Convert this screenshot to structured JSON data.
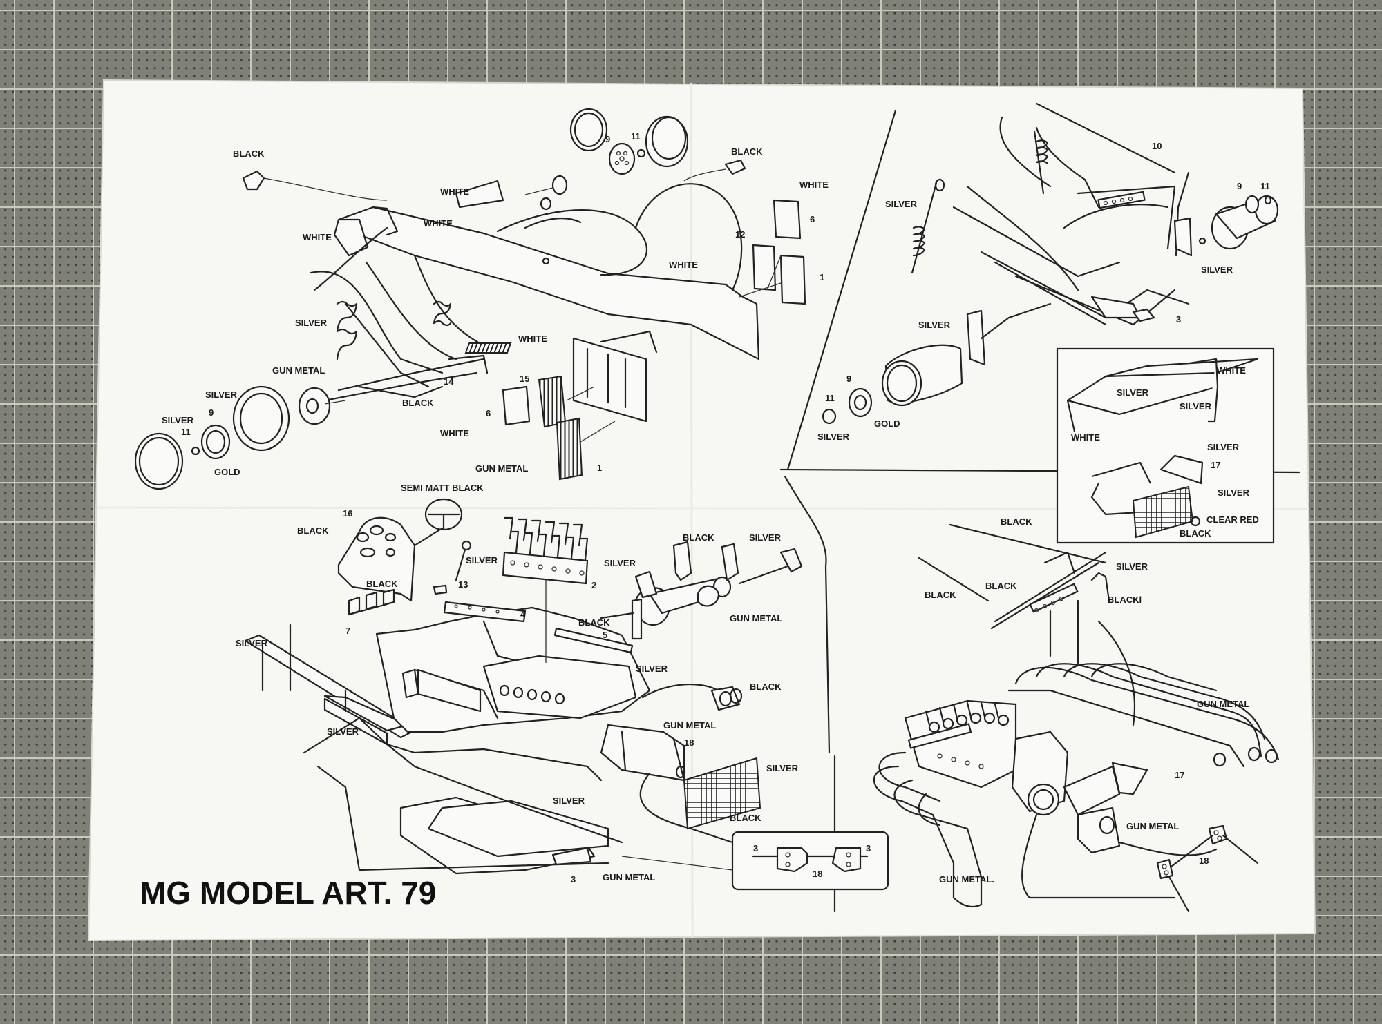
{
  "title": "MG MODEL ART. 79",
  "colors": {
    "paper": "#f7f7f4",
    "ink": "#1a1a1a",
    "mat": "#7f8077"
  },
  "labels": {
    "top_left": {
      "black_mirror_left": "BLACK",
      "black_mirror_right": "BLACK",
      "white_nose": "WHITE",
      "white_cockpit": "WHITE",
      "white_side": "WHITE",
      "white_body": "WHITE",
      "white_panel": "WHITE",
      "white_radiator": "WHITE",
      "white_plate": "WHITE",
      "silver_spring": "SILVER",
      "gun_metal_arm": "GUN METAL",
      "silver_tyre": "SILVER",
      "silver_rim": "SILVER",
      "gold_hub": "GOLD",
      "black_susp": "BLACK",
      "gun_metal_grille": "GUN METAL",
      "num_9_top": "9",
      "num_11_top": "11",
      "num_6_top": "6",
      "num_12": "12",
      "num_1_top": "1",
      "num_14": "14",
      "num_15": "15",
      "num_6_low": "6",
      "num_1_low": "1",
      "num_9_left": "9",
      "num_11_left": "11"
    },
    "top_right": {
      "num_10": "10",
      "num_9": "9",
      "num_11": "11",
      "silver_shock": "SILVER",
      "silver_hub": "SILVER",
      "num_3": "3",
      "silver_tyre": "SILVER",
      "num_9_b": "9",
      "num_11_b": "11",
      "silver_rim": "SILVER",
      "gold_hub": "GOLD"
    },
    "inset_wing": {
      "white_top": "WHITE",
      "silver_1": "SILVER",
      "silver_2": "SILVER",
      "white_side": "WHITE",
      "silver_3": "SILVER",
      "num_17": "17",
      "silver_4": "SILVER",
      "clear_red": "CLEAR RED",
      "black": "BLACK"
    },
    "bottom_left": {
      "semi_matt_black": "SEMI MATT BLACK",
      "num_16": "16",
      "black_dash": "BLACK",
      "silver_lever": "SILVER",
      "num_13": "13",
      "black_pedals": "BLACK",
      "num_7": "7",
      "silver_trumpets": "SILVER",
      "num_2": "2",
      "num_4": "4",
      "black_strip": "BLACK",
      "num_5": "5",
      "black_levers": "BLACK",
      "silver_shaft": "SILVER",
      "gun_metal_gear": "GUN METAL",
      "silver_floor": "SILVER",
      "silver_engine": "SILVER",
      "black_pipes": "BLACK",
      "silver_block": "SILVER",
      "gun_metal_box": "GUN METAL",
      "num_18": "18",
      "silver_grille": "SILVER",
      "black_grille": "BLACK",
      "silver_tray": "SILVER",
      "num_3": "3",
      "gun_metal_tray": "GUN METAL"
    },
    "inset_plate": {
      "num_3_left": "3",
      "num_3_right": "3",
      "num_18": "18"
    },
    "bottom_right": {
      "black_rod": "BLACK",
      "silver_bar": "SILVER",
      "black_left": "BLACK",
      "black_mid": "BLACK",
      "black_right": "BLACKl",
      "gun_metal_pipes": "GUN METAL",
      "num_17": "17",
      "gun_metal_box": "GUN METAL",
      "num_18": "18",
      "gun_metal_exhaust": "GUN METAL."
    }
  }
}
